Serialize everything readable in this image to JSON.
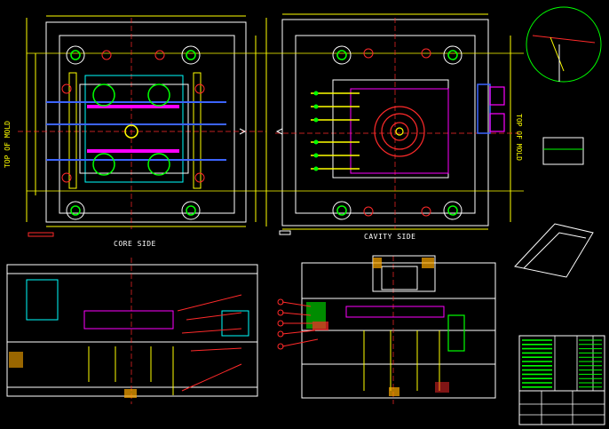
{
  "drawing": {
    "views": {
      "core_side": {
        "label": "CORE SIDE"
      },
      "cavity_side": {
        "label": "CAVITY SIDE"
      },
      "top_of_mold_left": {
        "label": "TOP OF MOLD"
      },
      "top_of_mold_right": {
        "label": "TOP OF MOLD"
      }
    }
  },
  "colors": {
    "background": "#000000",
    "yellow": "#ffff00",
    "white": "#ffffff",
    "red": "#ff2a2a",
    "green": "#00ff00",
    "cyan": "#00ffff",
    "blue": "#3c64ff",
    "magenta": "#ff00ff"
  }
}
